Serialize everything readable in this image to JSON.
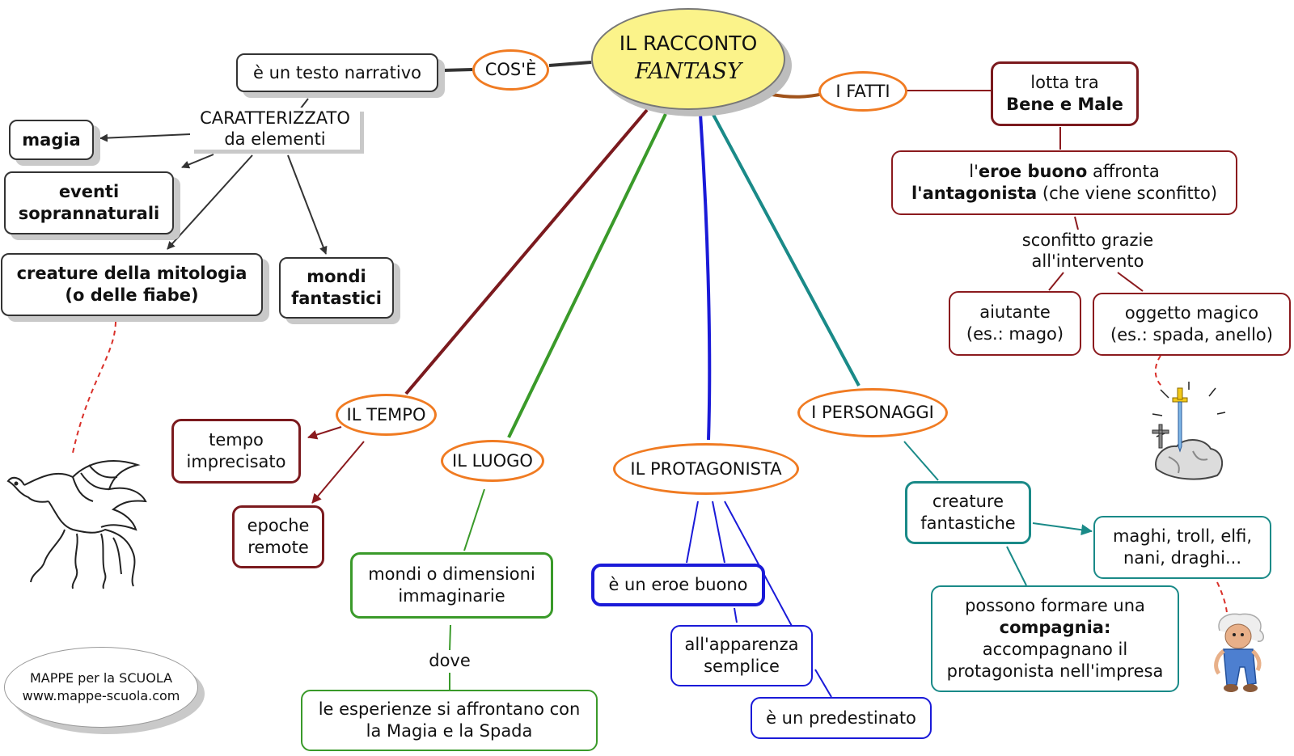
{
  "center": {
    "line1": "IL RACCONTO",
    "line2": "FANTASY"
  },
  "cose": {
    "label": "COS'È",
    "testo": "è un testo narrativo",
    "caratterizzato_1": "CARATTERIZZATO",
    "caratterizzato_2": "da elementi",
    "magia": "magia",
    "eventi_1": "eventi",
    "eventi_2": "soprannaturali",
    "creature_1": "creature della mitologia",
    "creature_2": "(o delle fiabe)",
    "mondi_1": "mondi",
    "mondi_2": "fantastici"
  },
  "fatti": {
    "label": "I FATTI",
    "lotta_1": "lotta tra",
    "lotta_2": "Bene e Male",
    "eroe_1a": "l'",
    "eroe_1b": "eroe buono",
    "eroe_1c": " affronta",
    "eroe_2a": "l'antagonista",
    "eroe_2b": " (che viene sconfitto)",
    "sconfitto_1": "sconfitto grazie",
    "sconfitto_2": "all'intervento",
    "aiutante_1": "aiutante",
    "aiutante_2": "(es.: mago)",
    "oggetto_1": "oggetto magico",
    "oggetto_2": "(es.: spada, anello)"
  },
  "tempo": {
    "label": "IL TEMPO",
    "imprecisato_1": "tempo",
    "imprecisato_2": "imprecisato",
    "epoche_1": "epoche",
    "epoche_2": "remote"
  },
  "luogo": {
    "label": "IL LUOGO",
    "mondi_1": "mondi o dimensioni",
    "mondi_2": "immaginarie",
    "dove": "dove",
    "esperienze_1": "le esperienze si affrontano con",
    "esperienze_2": "la Magia e la Spada"
  },
  "protagonista": {
    "label": "IL PROTAGONISTA",
    "eroe": "è un eroe buono",
    "apparenza_1": "all'apparenza",
    "apparenza_2": "semplice",
    "predestinato": "è un predestinato"
  },
  "personaggi": {
    "label": "I PERSONAGGI",
    "creature_1": "creature",
    "creature_2": "fantastiche",
    "maghi_1": "maghi, troll, elfi,",
    "maghi_2": "nani, draghi...",
    "compagnia_1": "possono formare una",
    "compagnia_2": "compagnia:",
    "compagnia_3": "accompagnano il",
    "compagnia_4": "protagonista nell'impresa"
  },
  "footer": {
    "line1": "MAPPE per la SCUOLA",
    "line2": "www.mappe-scuola.com"
  },
  "colors": {
    "orange": "#f07b22",
    "brown": "#7b1a1e",
    "green": "#3a9a2a",
    "blue": "#1a1ad8",
    "teal": "#1a8a88",
    "center_fill": "#fbf38a"
  },
  "icons": [
    "pegasus-icon",
    "sword-in-stone-icon",
    "elf-icon"
  ]
}
